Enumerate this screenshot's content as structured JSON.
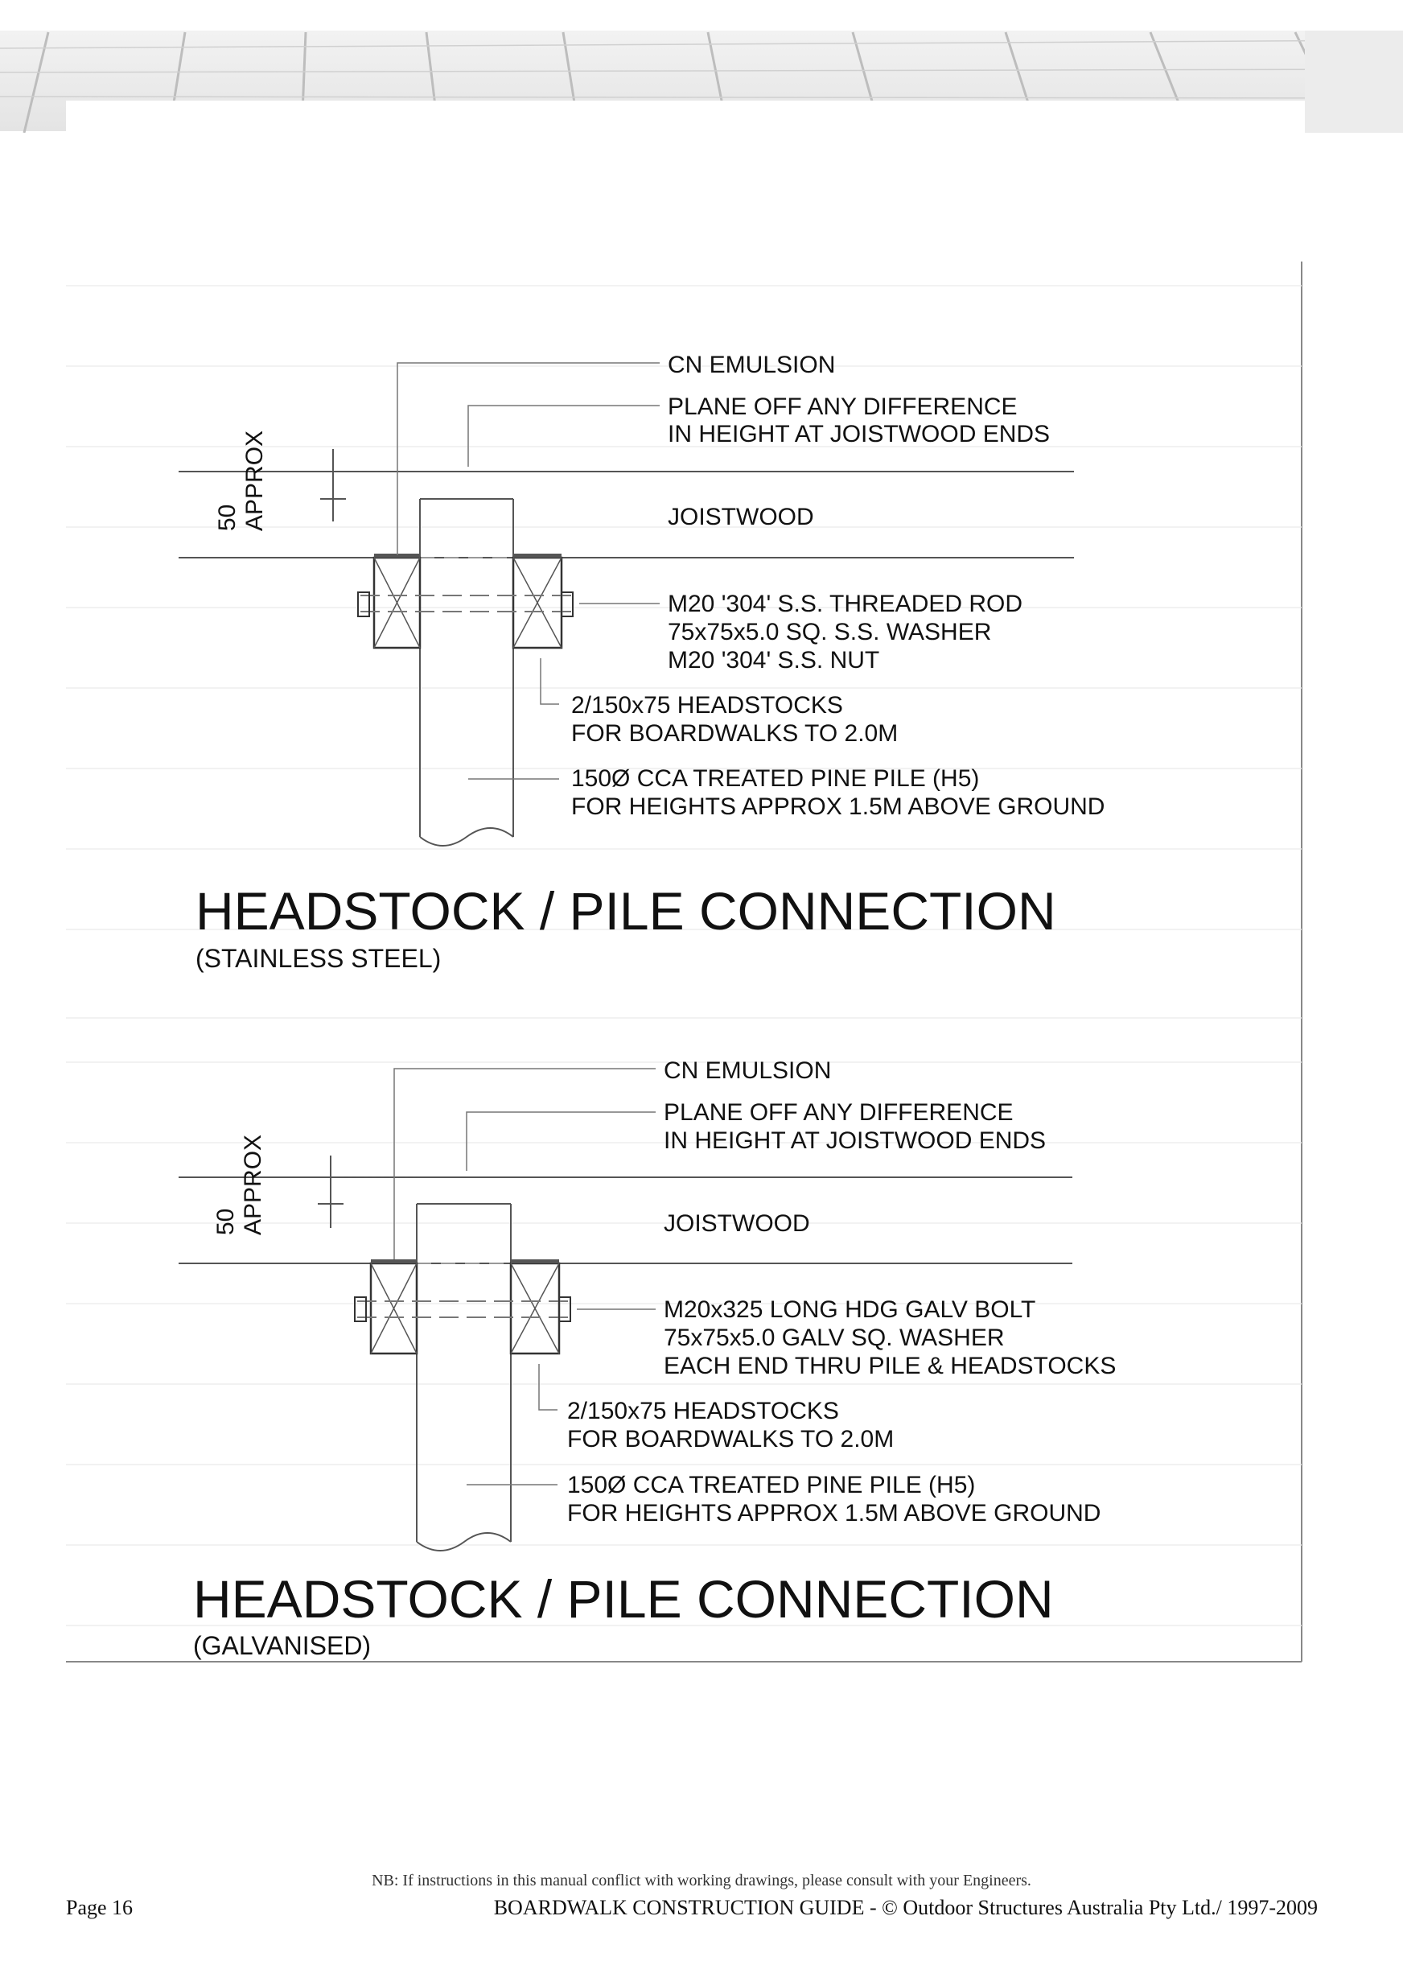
{
  "details": [
    {
      "id": "stainless",
      "labels": {
        "cn_emulsion": "CN EMULSION",
        "plane_off_1": "PLANE OFF ANY DIFFERENCE",
        "plane_off_2": "IN HEIGHT AT JOISTWOOD ENDS",
        "joistwood": "JOISTWOOD",
        "fixing_1": "M20 '304' S.S. THREADED ROD",
        "fixing_2": "75x75x5.0 SQ. S.S. WASHER",
        "fixing_3": "M20 '304' S.S. NUT",
        "headstocks_1": "2/150x75 HEADSTOCKS",
        "headstocks_2": "FOR BOARDWALKS TO 2.0M",
        "pile_1": "150Ø CCA TREATED PINE PILE (H5)",
        "pile_2": "FOR HEIGHTS APPROX 1.5M ABOVE GROUND"
      },
      "dimension": {
        "value": "50",
        "note": "APPROX"
      },
      "title": "HEADSTOCK / PILE CONNECTION",
      "subtitle": "(STAINLESS STEEL)"
    },
    {
      "id": "galvanised",
      "labels": {
        "cn_emulsion": "CN EMULSION",
        "plane_off_1": "PLANE OFF ANY DIFFERENCE",
        "plane_off_2": "IN HEIGHT AT JOISTWOOD ENDS",
        "joistwood": "JOISTWOOD",
        "fixing_1": "M20x325 LONG HDG GALV BOLT",
        "fixing_2": "75x75x5.0 GALV SQ. WASHER",
        "fixing_3": "EACH END THRU PILE & HEADSTOCKS",
        "headstocks_1": "2/150x75 HEADSTOCKS",
        "headstocks_2": "FOR BOARDWALKS TO 2.0M",
        "pile_1": "150Ø CCA TREATED PINE PILE (H5)",
        "pile_2": "FOR HEIGHTS APPROX 1.5M ABOVE GROUND"
      },
      "dimension": {
        "value": "50",
        "note": "APPROX"
      },
      "title": "HEADSTOCK / PILE CONNECTION",
      "subtitle": "(GALVANISED)"
    }
  ],
  "footer": {
    "note": "NB: If instructions in this manual conflict with working drawings, please consult with your Engineers.",
    "page": "Page 16",
    "copyright": "BOARDWALK CONSTRUCTION GUIDE - © Outdoor Structures Australia Pty Ltd./ 1997-2009"
  },
  "colors": {
    "ink": "#111111",
    "line": "#555555",
    "banner": "#d9d9d9"
  }
}
